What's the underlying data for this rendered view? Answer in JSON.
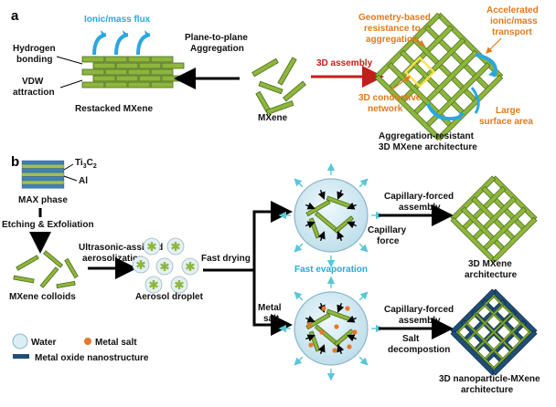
{
  "panel_a": {
    "letter": "a",
    "ionic_flux": "Ionic/mass flux",
    "hydrogen_bonding_1": "Hydrogen",
    "hydrogen_bonding_2": "bonding",
    "vdw_1": "VDW",
    "vdw_2": "attraction",
    "restacked": "Restacked MXene",
    "plane_to_plane_1": "Plane-to-plane",
    "plane_to_plane_2": "Aggregation",
    "mxene": "MXene",
    "assembly_3d": "3D assembly",
    "geometry_1": "Geometry-based",
    "geometry_2": "resistance to",
    "geometry_3": "aggregation",
    "accelerated_1": "Accelerated",
    "accelerated_2": "ionic/mass",
    "accelerated_3": "transport",
    "conductive_1": "3D conductive",
    "conductive_2": "network",
    "large_1": "Large",
    "large_2": "surface area",
    "arch_1": "Aggregation-resistant",
    "arch_2": "3D MXene architecture"
  },
  "panel_b": {
    "letter": "b",
    "ti3c2": "Ti",
    "ti3c2_sub1": "3",
    "ti3c2_c": "C",
    "ti3c2_sub2": "2",
    "al": "Al",
    "max_phase": "MAX phase",
    "etching": "Etching & Exfoliation",
    "colloids": "MXene colloids",
    "ultrasonic_1": "Ultrasonic-assisted",
    "ultrasonic_2": "aerosolization",
    "aerosol": "Aerosol droplet",
    "fast_drying": "Fast drying",
    "metal_salt_1": "Metal",
    "metal_salt_2": "salt",
    "fast_evap": "Fast evaporation",
    "capillary_force_1": "Capillary",
    "capillary_force_2": "force",
    "cap_assembly_top_1": "Capillary-forced",
    "cap_assembly_top_2": "assembly",
    "mxene_arch_1": "3D MXene",
    "mxene_arch_2": "architecture",
    "cap_assembly_bot_1": "Capillary-forced",
    "cap_assembly_bot_2": "assembly",
    "salt_decomp_1": "Salt",
    "salt_decomp_2": "decompostion",
    "np_arch_1": "3D nanoparticle-MXene",
    "np_arch_2": "architecture"
  },
  "legend": {
    "water": "Water",
    "metal_salt": "Metal salt",
    "metal_oxide": "Metal oxide nanostructure"
  },
  "colors": {
    "mxene_green": "#8db63c",
    "mxene_outline": "#4c6b1a",
    "flux_blue": "#2aa7e0",
    "orange": "#e07a1f",
    "red_arrow": "#c0201a",
    "droplet_fill": "#dbeef6",
    "droplet_edge": "#8bb6c9",
    "oxide_blue": "#1f4e79",
    "metal_salt_dot": "#e8772a",
    "max_blue": "#3f7fc0",
    "max_green": "#9cc44a"
  }
}
